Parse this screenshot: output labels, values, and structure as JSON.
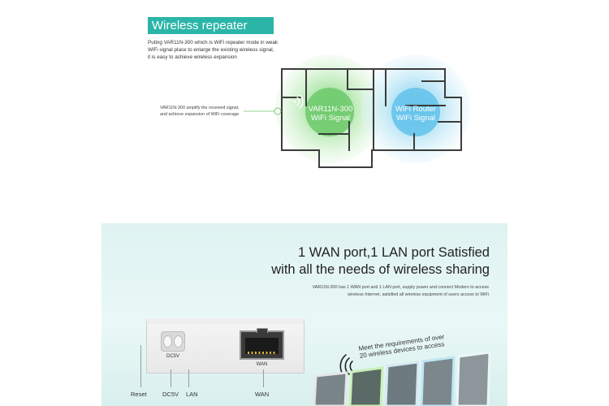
{
  "top": {
    "mode_title": "Wireless repeater mode",
    "intro_lines": [
      "Puting VAR11N-300 which is WiFi repeater mode in weak",
      "WiFi signal place to enlarge the existing wireless signal,",
      "it is easy to achieve wireless expansion"
    ],
    "amplify_note_lines": [
      "VAR11N-300 amplify the received signal,",
      "and achieve expansion of WiFi coverage"
    ],
    "repeater_signal_lines": [
      "VAR11N-300",
      "WiFi Signal"
    ],
    "router_signal_lines": [
      "WiFi Router",
      "WiFi Signal"
    ]
  },
  "bottom": {
    "headline_lines": [
      "1 WAN port,1 LAN port Satisfied",
      "with all the needs of  wireless sharing"
    ],
    "subtext_lines": [
      "VAR11N-300 has 1 WAN port and 1 LAN port, supply power and connect Modem to access",
      "wireless Internet, satisfied all wireless equipment of users access to WiFi"
    ],
    "device_dc_label": "DC5V",
    "device_wan_label": "WAN",
    "port_labels": {
      "reset": "Reset",
      "dc5v": "DC5V",
      "lan": "LAN",
      "wan": "WAN"
    },
    "meet_lines": [
      "Meet the requirements of over",
      "20 wireless devices to access"
    ]
  },
  "colors": {
    "badge": "#2bb5a8",
    "repeater_green": "#8fd98a",
    "router_blue": "#8fd3ef",
    "panel_bg": "#e3f5f3"
  },
  "icons": [
    "wifi-signal-icon",
    "ethernet-port-icon",
    "dc-power-jack-icon"
  ]
}
